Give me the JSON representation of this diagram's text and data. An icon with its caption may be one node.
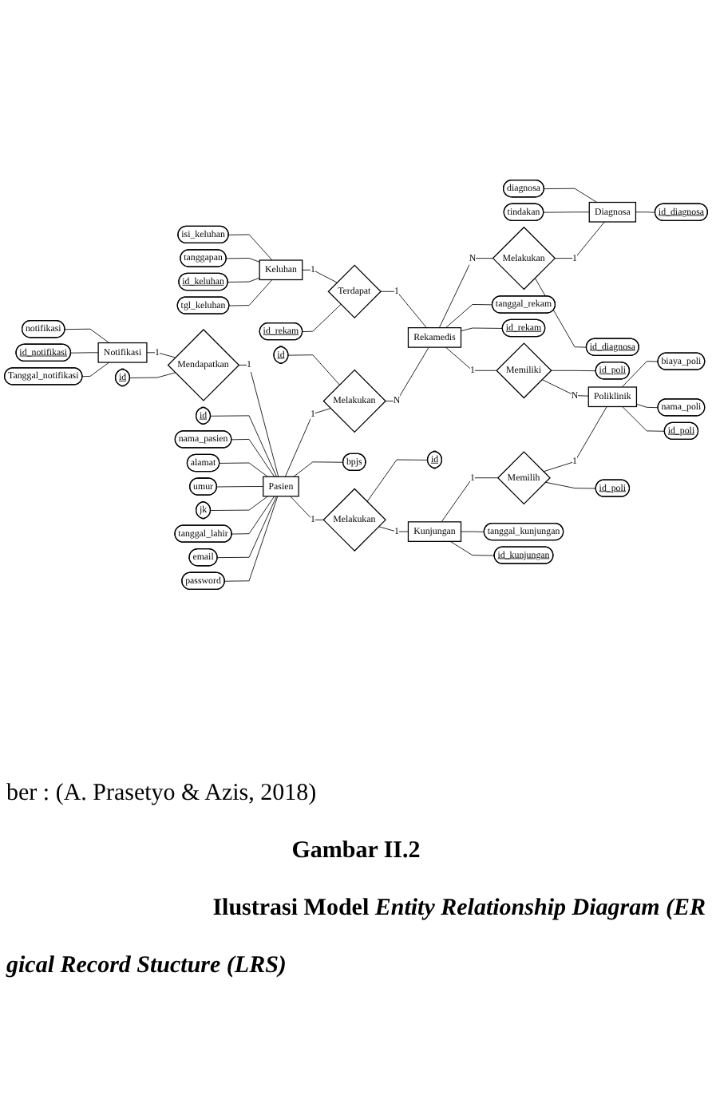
{
  "diagram": {
    "caption": "Gambar II.2",
    "nodes": [
      {
        "text": [
          "isi_keluhan"
        ]
      },
      {
        "text": [
          "tanggapan"
        ]
      },
      {
        "text": [
          "notifikasi"
        ]
      },
      {
        "text": [
          "id_notifikasi"
        ]
      },
      {
        "text": [
          "id_keluhan"
        ]
      },
      {
        "text": [
          "Tanggal_notifikasi"
        ]
      },
      {
        "text": [
          "Notifikasi"
        ]
      },
      {
        "text": [
          "Keluhan"
        ]
      },
      {
        "text": [
          "tgl_keluhan"
        ]
      },
      {
        "text": [
          "id"
        ]
      },
      {
        "text": [
          "Mendapatkan"
        ]
      },
      {
        "text": [
          "id_rekam"
        ]
      },
      {
        "text": [
          "Terdapat"
        ]
      },
      {
        "text": [
          "diagnosa"
        ]
      },
      {
        "text": [
          "tindakan"
        ]
      },
      {
        "text": [
          "id"
        ]
      },
      {
        "text": [
          "id"
        ]
      },
      {
        "text": [
          "nama_pasien"
        ]
      },
      {
        "text": [
          "alamat"
        ]
      },
      {
        "text": [
          "Pasien"
        ]
      },
      {
        "text": [
          "Melakukan"
        ]
      },
      {
        "text": [
          "Rekamedis"
        ]
      },
      {
        "text": [
          "Melakukan"
        ]
      },
      {
        "text": [
          "Diagnosa"
        ]
      },
      {
        "text": [
          "umur"
        ]
      },
      {
        "text": [
          "jk"
        ]
      },
      {
        "text": [
          "tanggal_lahir"
        ]
      },
      {
        "text": [
          "tanggal_rekam"
        ]
      },
      {
        "text": [
          "id_rekam"
        ]
      },
      {
        "text": [
          "id_diagnosa"
        ]
      },
      {
        "text": [
          "id_diagnosa"
        ]
      },
      {
        "text": [
          "bpjs"
        ]
      },
      {
        "text": [
          "email"
        ]
      },
      {
        "text": [
          "password"
        ]
      },
      {
        "text": [
          "Melakukan"
        ]
      },
      {
        "text": [
          "id"
        ]
      },
      {
        "text": [
          "Memiliki"
        ]
      },
      {
        "text": [
          "id_poli"
        ]
      },
      {
        "text": [
          "Kunjungan"
        ]
      },
      {
        "text": [
          "Memilih"
        ]
      },
      {
        "text": [
          "Poliklinik"
        ]
      },
      {
        "text": [
          "biaya_poli"
        ]
      },
      {
        "text": [
          "tanggal_kunjungan"
        ]
      },
      {
        "text": [
          "id_kunjungan"
        ]
      },
      {
        "text": [
          "id_poli"
        ]
      },
      {
        "text": [
          "nama_poli"
        ]
      },
      {
        "text": [
          "id_poli"
        ]
      }
    ],
    "edges": [
      {
        "from": 0,
        "to": 7,
        "arrow": "none"
      },
      {
        "from": 1,
        "to": 7,
        "arrow": "none"
      },
      {
        "from": 2,
        "to": 6,
        "arrow": "none"
      },
      {
        "from": 3,
        "to": 6,
        "arrow": "none"
      },
      {
        "from": 4,
        "to": 7,
        "arrow": "none"
      },
      {
        "from": 5,
        "to": 6,
        "arrow": "none"
      },
      {
        "from": 8,
        "to": 7,
        "arrow": "none"
      },
      {
        "from": 6,
        "to": 10,
        "arrow": "none",
        "label": "1"
      },
      {
        "from": 7,
        "to": 12,
        "arrow": "none",
        "label": "1"
      },
      {
        "from": 9,
        "to": 10,
        "arrow": "none"
      },
      {
        "from": 11,
        "to": 12,
        "arrow": "none"
      },
      {
        "from": 10,
        "to": 19,
        "arrow": "none",
        "label": "1"
      },
      {
        "from": 12,
        "to": 21,
        "arrow": "none",
        "label": "1"
      },
      {
        "from": 13,
        "to": 23,
        "arrow": "none"
      },
      {
        "from": 14,
        "to": 23,
        "arrow": "none"
      },
      {
        "from": 16,
        "to": 20,
        "arrow": "none"
      },
      {
        "from": 15,
        "to": 19,
        "arrow": "none"
      },
      {
        "from": 17,
        "to": 19,
        "arrow": "none"
      },
      {
        "from": 18,
        "to": 19,
        "arrow": "none"
      },
      {
        "from": 24,
        "to": 19,
        "arrow": "none"
      },
      {
        "from": 25,
        "to": 19,
        "arrow": "none"
      },
      {
        "from": 26,
        "to": 19,
        "arrow": "none"
      },
      {
        "from": 32,
        "to": 19,
        "arrow": "none"
      },
      {
        "from": 33,
        "to": 19,
        "arrow": "none"
      },
      {
        "from": 19,
        "to": 31,
        "arrow": "none"
      },
      {
        "from": 19,
        "to": 20,
        "arrow": "none",
        "label": "1"
      },
      {
        "from": 20,
        "to": 21,
        "arrow": "none",
        "label": "N"
      },
      {
        "from": 21,
        "to": 22,
        "arrow": "none",
        "label": "N"
      },
      {
        "from": 22,
        "to": 23,
        "arrow": "none",
        "label": "1"
      },
      {
        "from": 21,
        "to": 27,
        "arrow": "none"
      },
      {
        "from": 21,
        "to": 28,
        "arrow": "none"
      },
      {
        "from": 22,
        "to": 29,
        "arrow": "none"
      },
      {
        "from": 23,
        "to": 30,
        "arrow": "none"
      },
      {
        "from": 19,
        "to": 34,
        "arrow": "none",
        "label": "1"
      },
      {
        "from": 34,
        "to": 35,
        "arrow": "none"
      },
      {
        "from": 34,
        "to": 38,
        "arrow": "none",
        "label": "1"
      },
      {
        "from": 21,
        "to": 36,
        "arrow": "none",
        "label": "1"
      },
      {
        "from": 36,
        "to": 37,
        "arrow": "none"
      },
      {
        "from": 36,
        "to": 40,
        "arrow": "none",
        "label": "N"
      },
      {
        "from": 38,
        "to": 39,
        "arrow": "none",
        "label": "1"
      },
      {
        "from": 39,
        "to": 40,
        "arrow": "none",
        "label": "1"
      },
      {
        "from": 40,
        "to": 41,
        "arrow": "none"
      },
      {
        "from": 39,
        "to": 44,
        "arrow": "none"
      },
      {
        "from": 38,
        "to": 42,
        "arrow": "none"
      },
      {
        "from": 38,
        "to": 43,
        "arrow": "none"
      },
      {
        "from": 40,
        "to": 45,
        "arrow": "none"
      },
      {
        "from": 40,
        "to": 46,
        "arrow": "none"
      }
    ],
    "labels": [
      "ber : (A. Prasetyo & Azis, 2018)",
      "Ilustrasi Model *Entity Relationship Diagram (ER*",
      "gical Record Stucture (LRS)"
    ]
  }
}
